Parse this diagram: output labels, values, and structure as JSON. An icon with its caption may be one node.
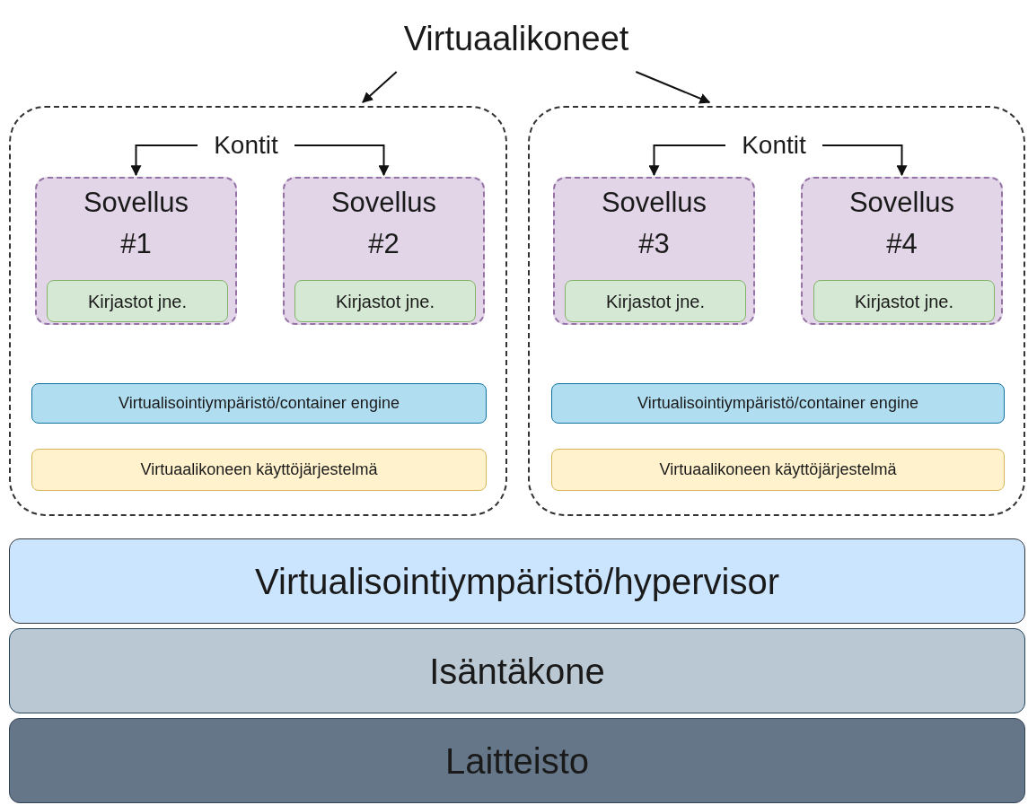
{
  "diagram": {
    "nodes": [
      {
        "text": [
          "Virtuaalikoneet"
        ]
      },
      {
        "text": [],
        "shape": "box"
      },
      {
        "text": [
          "Kontit"
        ],
        "in": 1
      },
      {
        "text": [
          "Sovellus #1"
        ],
        "in": 1
      },
      {
        "text": [
          "Kirjastot jne."
        ],
        "in": 3
      },
      {
        "text": [
          "Sovellus #2"
        ],
        "in": 1
      },
      {
        "text": [
          "Kirjastot jne."
        ],
        "in": 5
      },
      {
        "text": [
          "Virtualisointiympäristö/container engine"
        ],
        "in": 1
      },
      {
        "text": [
          "Virtuaalikoneen käyttöjärjestelmä"
        ],
        "in": 1
      },
      {
        "text": [],
        "shape": "box"
      },
      {
        "text": [
          "Kontit"
        ],
        "in": 9
      },
      {
        "text": [
          "Sovellus #3"
        ],
        "in": 9
      },
      {
        "text": [
          "Kirjastot jne."
        ],
        "in": 11
      },
      {
        "text": [
          "Sovellus #4"
        ],
        "in": 9
      },
      {
        "text": [
          "Kirjastot jne."
        ],
        "in": 13
      },
      {
        "text": [
          "Virtualisointiympäristö/container engine"
        ],
        "in": 9
      },
      {
        "text": [
          "Virtuaalikoneen käyttöjärjestelmä"
        ],
        "in": 9
      },
      {
        "text": [
          "Virtualisointiympäristö/hypervisor"
        ]
      },
      {
        "text": [
          "Isäntäkone"
        ]
      },
      {
        "text": [
          "Laitteisto"
        ]
      }
    ],
    "edges": [
      {
        "from": 0,
        "to": 1,
        "arrow": "to"
      },
      {
        "from": 0,
        "to": 9,
        "arrow": "to"
      },
      {
        "from": 2,
        "to": 3,
        "arrow": "to"
      },
      {
        "from": 2,
        "to": 5,
        "arrow": "to"
      },
      {
        "from": 10,
        "to": 11,
        "arrow": "to"
      },
      {
        "from": 10,
        "to": 13,
        "arrow": "to"
      }
    ]
  }
}
